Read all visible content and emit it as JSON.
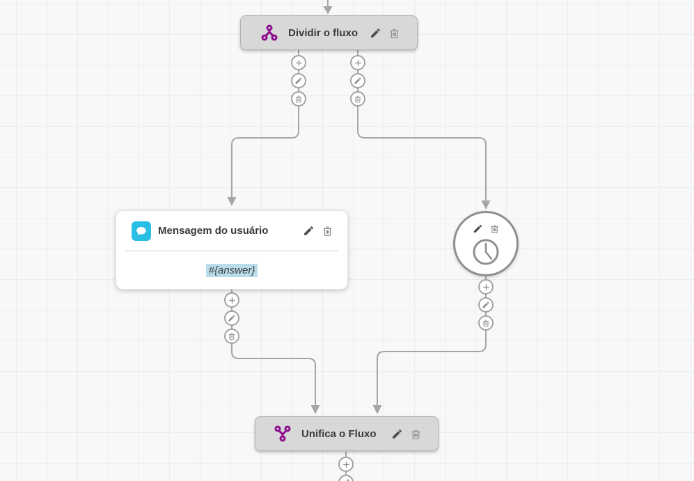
{
  "canvas": {
    "background_color": "#f8f8f8",
    "grid_line_color": "#e9ecf2"
  },
  "colors": {
    "flow_purple": "#8e0e8e",
    "message_blue": "#29bfe4",
    "variable_highlight": "#b9dcea",
    "wire_gray": "#a6a6a6",
    "node_gray": "#d8d8d8"
  },
  "nodes": {
    "split": {
      "label": "Dividir o fluxo",
      "icon": "split-flow-icon"
    },
    "user_message": {
      "label": "Mensagem do usuário",
      "icon": "chat-bubble-icon",
      "body_variable": "#{answer}"
    },
    "timer": {
      "icon": "clock-icon"
    },
    "merge": {
      "label": "Unifica o Fluxo",
      "icon": "merge-flow-icon"
    }
  },
  "actions": {
    "edit": "edit-pencil-icon",
    "delete": "trash-icon",
    "add": "plus-icon"
  }
}
